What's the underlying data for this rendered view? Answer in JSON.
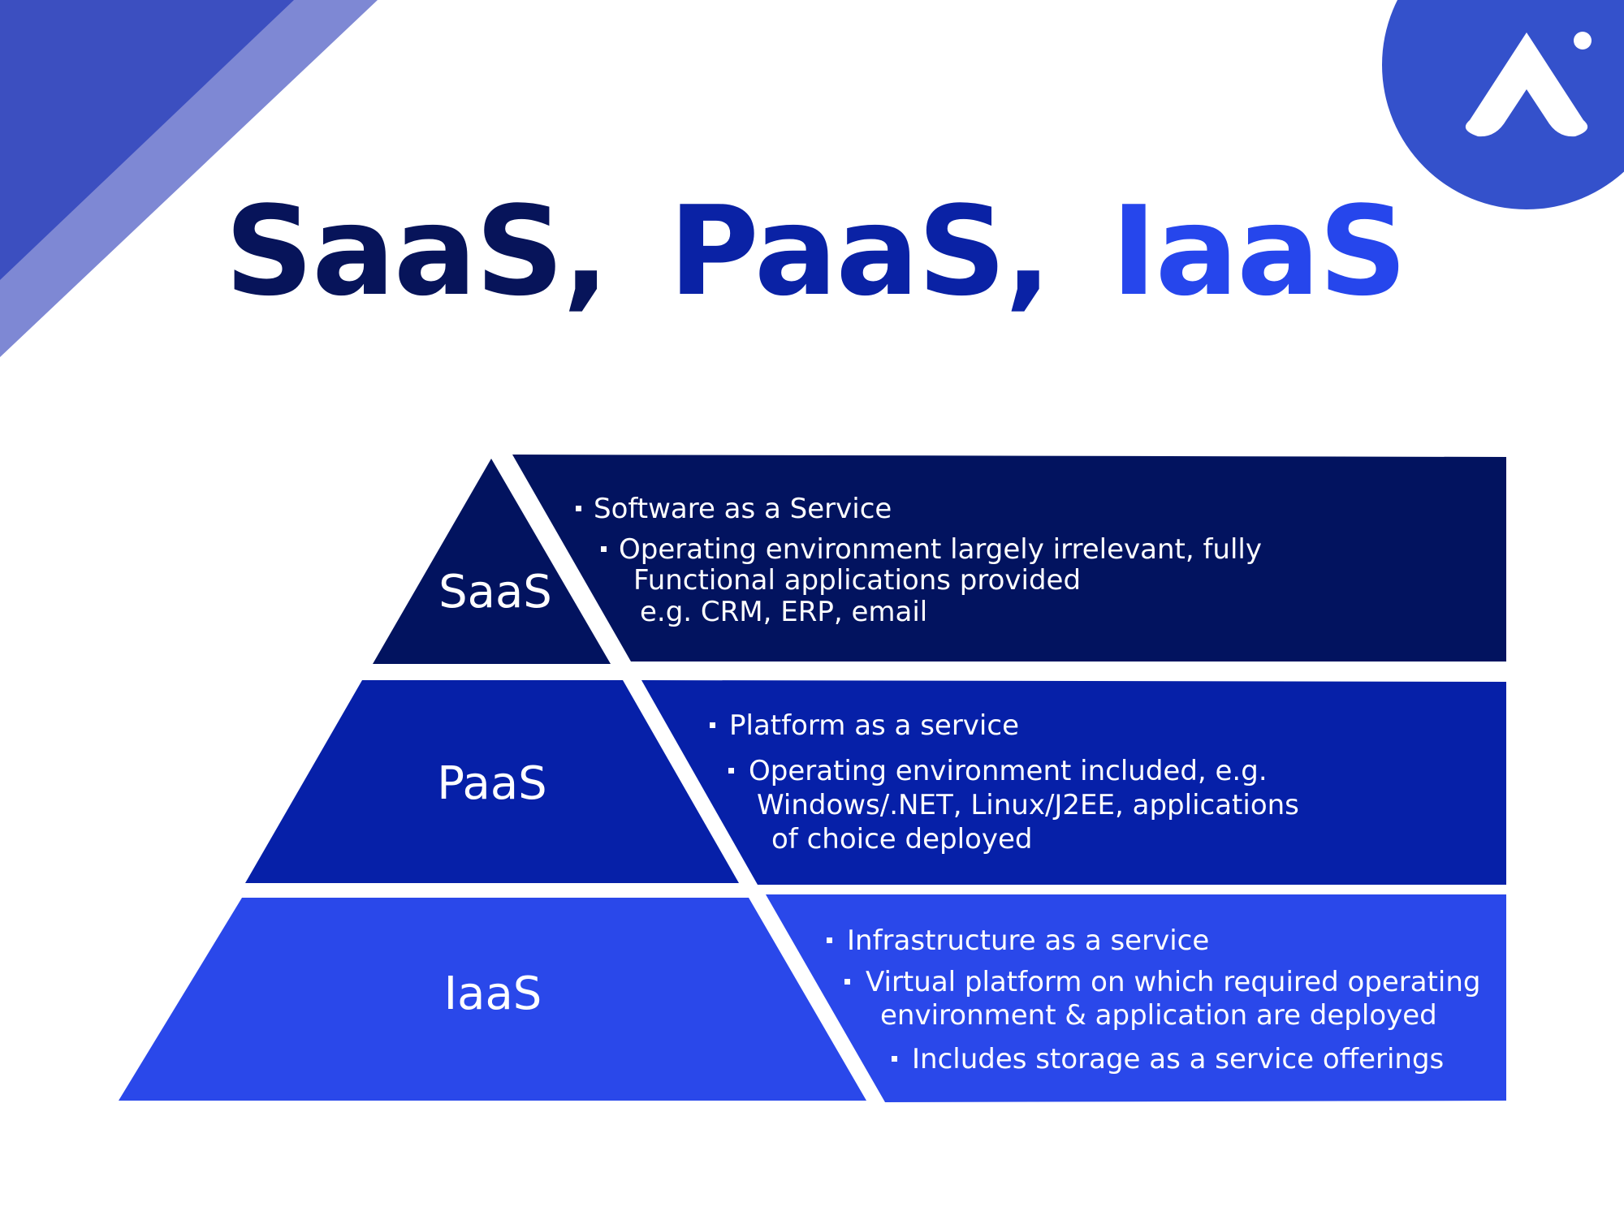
{
  "colors": {
    "corner_dark": "#3c4fc0",
    "corner_light": "#7e88d4",
    "logo_circle": "#3451cb",
    "saas": "#02135f",
    "paas": "#0620a8",
    "iaas": "#2a48ea",
    "title_saas": "#07145a",
    "title_paas": "#0a22a5",
    "title_iaas": "#2646ec"
  },
  "logo": {
    "icon": "arch-with-dot-logo-icon"
  },
  "title": {
    "saas": "SaaS,",
    "paas": "PaaS,",
    "iaas": "IaaS"
  },
  "tiers": {
    "saas": {
      "label": "SaaS",
      "lines": [
        "Software as a Service",
        "Operating environment largely irrelevant, fully",
        "Functional applications provided",
        "e.g. CRM, ERP, email"
      ]
    },
    "paas": {
      "label": "PaaS",
      "lines": [
        "Platform as a service",
        "Operating environment included, e.g.",
        "Windows/.NET, Linux/J2EE, applications",
        "of choice deployed"
      ]
    },
    "iaas": {
      "label": "IaaS",
      "lines": [
        "Infrastructure as a service",
        "Virtual platform on which required operating",
        "environment & application are deployed",
        "Includes storage as a service offerings"
      ]
    }
  }
}
